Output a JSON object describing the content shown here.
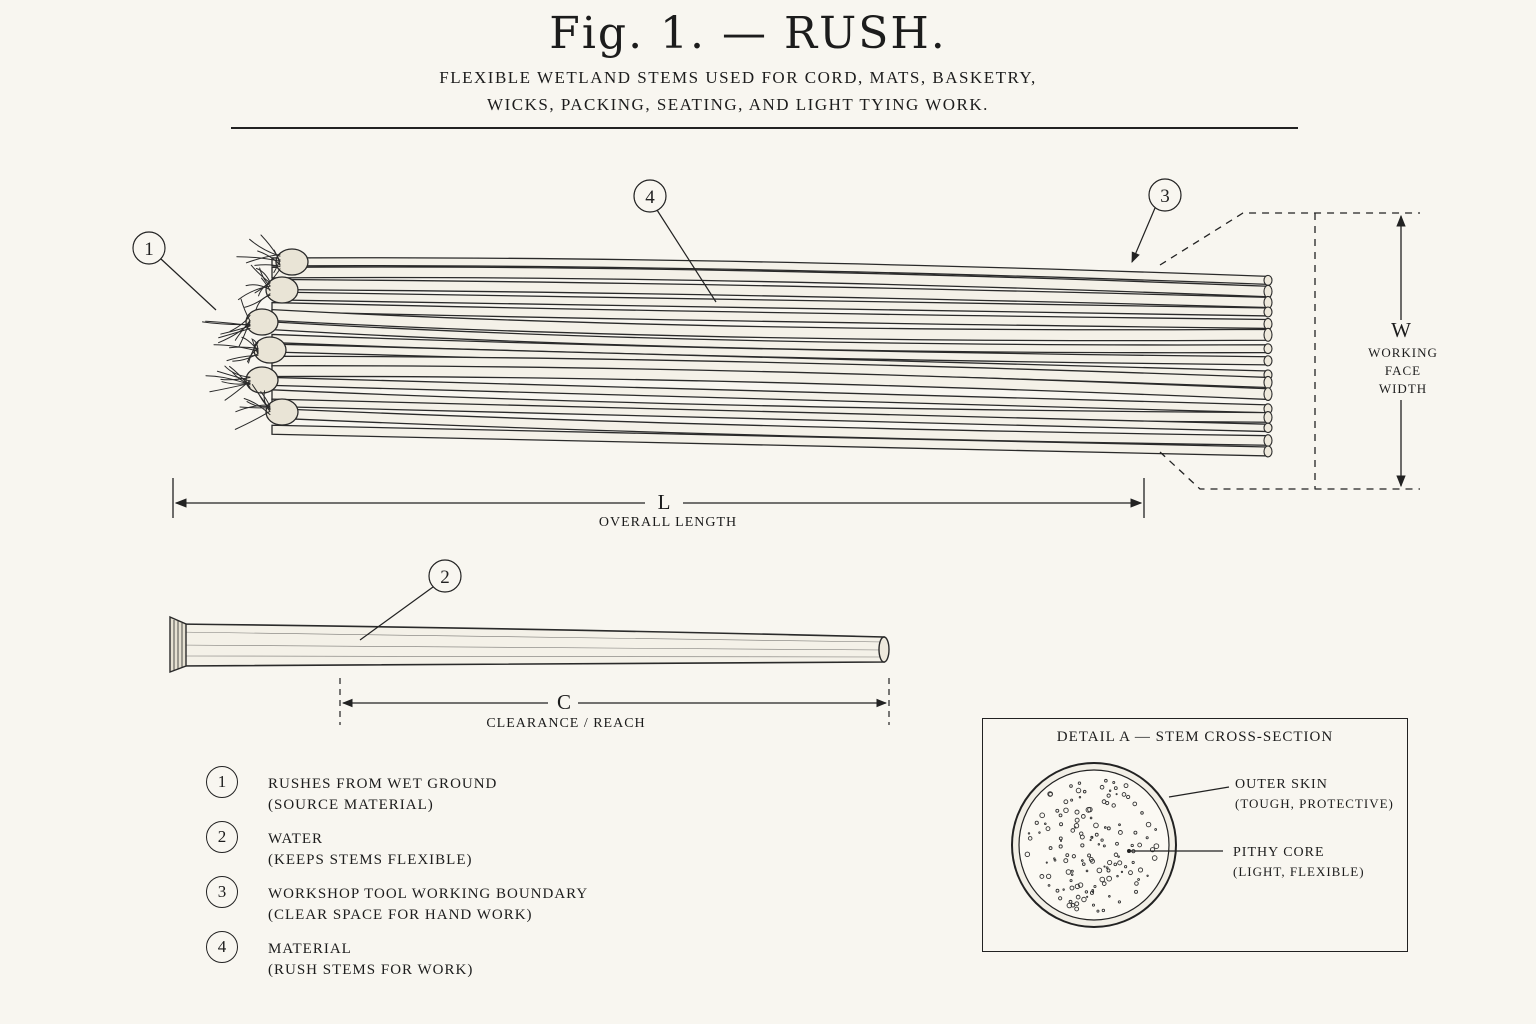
{
  "figure": {
    "title": "Fig. 1. — RUSH.",
    "subtitle_line1": "FLEXIBLE WETLAND STEMS USED FOR CORD, MATS, BASKETRY,",
    "subtitle_line2": "WICKS, PACKING, SEATING, AND LIGHT TYING WORK."
  },
  "callouts": [
    "1",
    "2",
    "3",
    "4"
  ],
  "dimensions": {
    "length": {
      "letter": "L",
      "label": "OVERALL LENGTH"
    },
    "width": {
      "letter": "W",
      "label_line1": "WORKING",
      "label_line2": "FACE",
      "label_line3": "WIDTH"
    },
    "clearance": {
      "letter": "C",
      "label": "CLEARANCE / REACH"
    }
  },
  "legend": [
    {
      "num": "1",
      "line1": "RUSHES FROM WET GROUND",
      "line2": "(SOURCE MATERIAL)"
    },
    {
      "num": "2",
      "line1": "WATER",
      "line2": "(KEEPS STEMS FLEXIBLE)"
    },
    {
      "num": "3",
      "line1": "WORKSHOP TOOL WORKING BOUNDARY",
      "line2": "(CLEAR SPACE FOR HAND WORK)"
    },
    {
      "num": "4",
      "line1": "MATERIAL",
      "line2": "(RUSH STEMS FOR WORK)"
    }
  ],
  "detail": {
    "title": "DETAIL A — STEM CROSS-SECTION",
    "outer_label": "OUTER SKIN",
    "outer_sub": "(TOUGH, PROTECTIVE)",
    "core_label": "PITHY CORE",
    "core_sub": "(LIGHT, FLEXIBLE)"
  }
}
